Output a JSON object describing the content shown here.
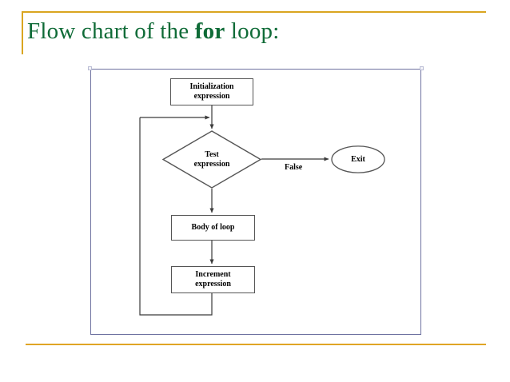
{
  "slide": {
    "title_prefix": "Flow chart of the ",
    "title_keyword": "for",
    "title_suffix": " loop:",
    "title_full": "Flow chart of the for loop:",
    "accent_color": "#d9a520",
    "title_color": "#0f6b37",
    "frame_border_color": "#6e72a0",
    "node_border_color": "#555555",
    "background": "#ffffff"
  },
  "chart_data": {
    "type": "diagram",
    "title": "Flow chart of the for loop:",
    "nodes": [
      {
        "id": "init",
        "label": "Initialization\nexpression",
        "line1": "Initialization",
        "line2": "expression",
        "shape": "rectangle"
      },
      {
        "id": "test",
        "label": "Test\nexpression",
        "line1": "Test",
        "line2": "expression",
        "shape": "diamond"
      },
      {
        "id": "body",
        "label": "Body of loop",
        "line1": "Body of loop",
        "line2": "",
        "shape": "rectangle"
      },
      {
        "id": "increment",
        "label": "Increment\nexpression",
        "line1": "Increment",
        "line2": "expression",
        "shape": "rectangle"
      },
      {
        "id": "exit",
        "label": "Exit",
        "line1": "Exit",
        "line2": "",
        "shape": "ellipse"
      }
    ],
    "edges": [
      {
        "from": "init",
        "to": "test",
        "label": ""
      },
      {
        "from": "test",
        "to": "exit",
        "label": "False"
      },
      {
        "from": "test",
        "to": "body",
        "label": ""
      },
      {
        "from": "body",
        "to": "increment",
        "label": ""
      },
      {
        "from": "increment",
        "to": "test",
        "label": ""
      }
    ],
    "edge_labels": [
      "False"
    ]
  }
}
